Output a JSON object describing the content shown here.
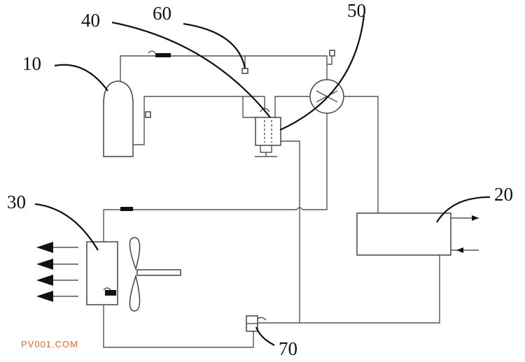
{
  "labels": {
    "compressor": "10",
    "heat_exchanger_water": "20",
    "outdoor_heat_exchanger": "30",
    "separator": "40",
    "four_way_valve": "50",
    "valve": "60",
    "expansion_valve": "70"
  },
  "watermark": {
    "text": "PV001.COM",
    "color": "#f26522"
  }
}
